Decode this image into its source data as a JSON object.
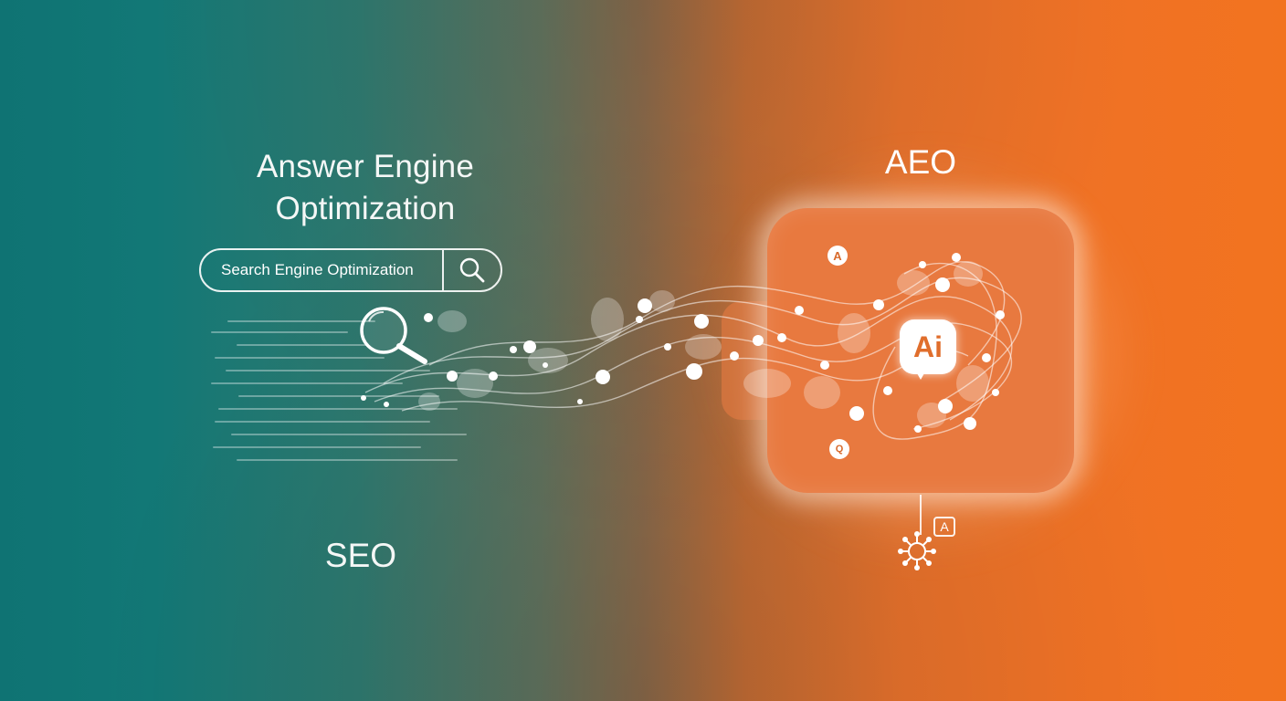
{
  "heading": {
    "line1": "Answer Engine",
    "line2": "Optimization"
  },
  "search": {
    "text": "Search Engine Optimization"
  },
  "labels": {
    "seo": "SEO",
    "aeo": "AEO"
  },
  "panel": {
    "ai_text": "Ai",
    "badge_top": "A",
    "badge_bottom": "Q",
    "small_a": "A"
  },
  "icons": [
    "search-icon",
    "magnifier-icon",
    "ai-chat-icon",
    "network-icon",
    "speed-lines-icon"
  ],
  "colors": {
    "teal": "#0f7373",
    "orange": "#f2731f",
    "panel": "#e8793f"
  }
}
